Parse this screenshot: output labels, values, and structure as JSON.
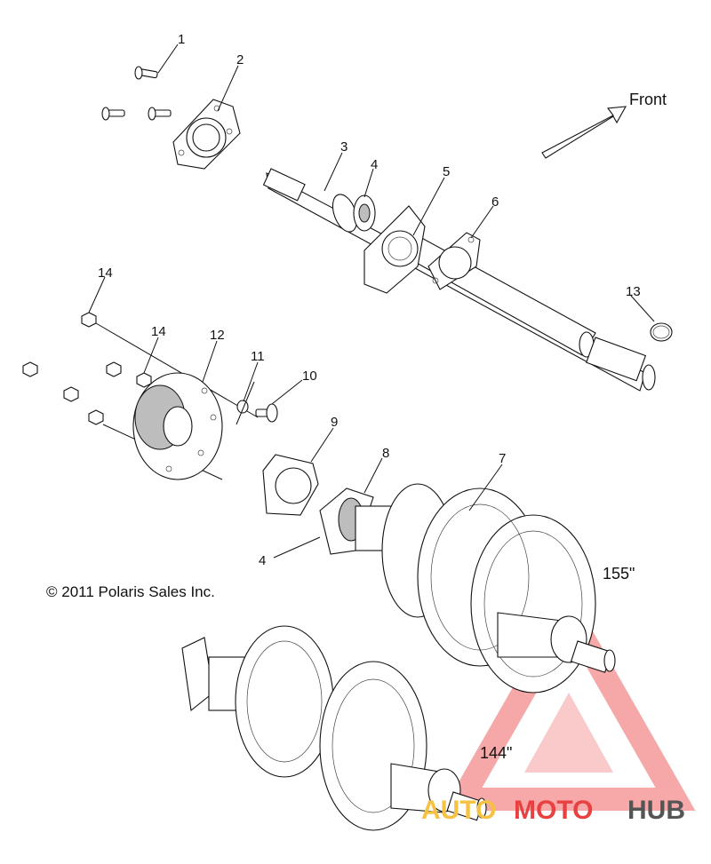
{
  "callouts": [
    {
      "id": "c1",
      "text": "1"
    },
    {
      "id": "c2",
      "text": "2"
    },
    {
      "id": "c3",
      "text": "3"
    },
    {
      "id": "c4a",
      "text": "4"
    },
    {
      "id": "c5",
      "text": "5"
    },
    {
      "id": "c6",
      "text": "6"
    },
    {
      "id": "c13",
      "text": "13"
    },
    {
      "id": "c14a",
      "text": "14"
    },
    {
      "id": "c14b",
      "text": "14"
    },
    {
      "id": "c12",
      "text": "12"
    },
    {
      "id": "c11",
      "text": "11"
    },
    {
      "id": "c10",
      "text": "10"
    },
    {
      "id": "c9",
      "text": "9"
    },
    {
      "id": "c8",
      "text": "8"
    },
    {
      "id": "c7",
      "text": "7"
    },
    {
      "id": "c4b",
      "text": "4"
    }
  ],
  "front_label": "Front",
  "copyright": "© 2011 Polaris Sales Inc.",
  "variant_155": "155\"",
  "variant_144": "144\"",
  "watermark": {
    "part1": "AUTO",
    "part2": "MOTO",
    "part3": "HUB",
    "color_part1": "#f5c242",
    "color_part2": "#e94040",
    "color_part3": "#555555",
    "triangle_color": "#f06060"
  }
}
